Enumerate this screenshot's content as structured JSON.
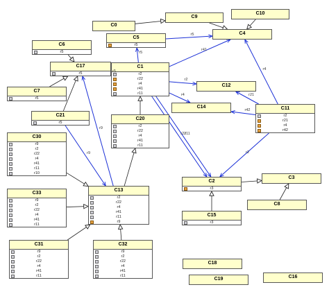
{
  "diagram": {
    "classes": [
      {
        "id": "C0",
        "name": "C0",
        "attrs": []
      },
      {
        "id": "C9",
        "name": "C9",
        "attrs": []
      },
      {
        "id": "C10",
        "name": "C10",
        "attrs": []
      },
      {
        "id": "C4",
        "name": "C4",
        "attrs": []
      },
      {
        "id": "C5",
        "name": "C5",
        "attrs": [
          {
            "icon": "orange",
            "name": "r5"
          }
        ]
      },
      {
        "id": "C6",
        "name": "C6",
        "attrs": [
          {
            "icon": "gray",
            "name": "r5"
          }
        ]
      },
      {
        "id": "C17",
        "name": "C17",
        "attrs": [
          {
            "icon": "gray",
            "name": "r5"
          }
        ]
      },
      {
        "id": "C1",
        "name": "C1",
        "attrs": [
          {
            "icon": "gray",
            "name": "r2"
          },
          {
            "icon": "orange",
            "name": "r22"
          },
          {
            "icon": "orange",
            "name": "r4"
          },
          {
            "icon": "orange",
            "name": "r41"
          },
          {
            "icon": "gray",
            "name": "r11"
          }
        ]
      },
      {
        "id": "C7",
        "name": "C7",
        "attrs": [
          {
            "icon": "gray",
            "name": "r5"
          }
        ]
      },
      {
        "id": "C12",
        "name": "C12",
        "attrs": []
      },
      {
        "id": "C14",
        "name": "C14",
        "attrs": []
      },
      {
        "id": "C11",
        "name": "C11",
        "attrs": [
          {
            "icon": "gray",
            "name": "r2"
          },
          {
            "icon": "orange",
            "name": "r21"
          },
          {
            "icon": "orange",
            "name": "r4"
          },
          {
            "icon": "orange",
            "name": "r42"
          }
        ]
      },
      {
        "id": "C21",
        "name": "C21",
        "attrs": [
          {
            "icon": "gray",
            "name": "r5"
          }
        ]
      },
      {
        "id": "C20",
        "name": "C20",
        "attrs": [
          {
            "icon": "gray",
            "name": "r2"
          },
          {
            "icon": "gray",
            "name": "r22"
          },
          {
            "icon": "gray",
            "name": "r4"
          },
          {
            "icon": "gray",
            "name": "r41"
          },
          {
            "icon": "gray",
            "name": "r11"
          }
        ]
      },
      {
        "id": "C30",
        "name": "C30",
        "attrs": [
          {
            "icon": "gray",
            "name": "r9"
          },
          {
            "icon": "gray",
            "name": "r2"
          },
          {
            "icon": "gray",
            "name": "r22"
          },
          {
            "icon": "gray",
            "name": "r4"
          },
          {
            "icon": "gray",
            "name": "r41"
          },
          {
            "icon": "gray",
            "name": "r11"
          },
          {
            "icon": "gray",
            "name": "r10"
          }
        ]
      },
      {
        "id": "C13",
        "name": "C13",
        "attrs": [
          {
            "icon": "gray",
            "name": "r2"
          },
          {
            "icon": "gray",
            "name": "r22"
          },
          {
            "icon": "gray",
            "name": "r4"
          },
          {
            "icon": "gray",
            "name": "r41"
          },
          {
            "icon": "gray",
            "name": "r11"
          },
          {
            "icon": "orange",
            "name": "r9"
          }
        ]
      },
      {
        "id": "C2",
        "name": "C2",
        "attrs": [
          {
            "icon": "orange",
            "name": "r3"
          }
        ]
      },
      {
        "id": "C3",
        "name": "C3",
        "attrs": []
      },
      {
        "id": "C8",
        "name": "C8",
        "attrs": []
      },
      {
        "id": "C33",
        "name": "C33",
        "attrs": [
          {
            "icon": "gray",
            "name": "r9"
          },
          {
            "icon": "gray",
            "name": "r2"
          },
          {
            "icon": "gray",
            "name": "r22"
          },
          {
            "icon": "gray",
            "name": "r4"
          },
          {
            "icon": "gray",
            "name": "r41"
          },
          {
            "icon": "gray",
            "name": "r11"
          }
        ]
      },
      {
        "id": "C15",
        "name": "C15",
        "attrs": [
          {
            "icon": "gray",
            "name": "r3"
          }
        ]
      },
      {
        "id": "C31",
        "name": "C31",
        "attrs": [
          {
            "icon": "gray",
            "name": "r9"
          },
          {
            "icon": "gray",
            "name": "r2"
          },
          {
            "icon": "gray",
            "name": "r22"
          },
          {
            "icon": "gray",
            "name": "r4"
          },
          {
            "icon": "gray",
            "name": "r41"
          },
          {
            "icon": "gray",
            "name": "r11"
          }
        ]
      },
      {
        "id": "C32",
        "name": "C32",
        "attrs": [
          {
            "icon": "gray",
            "name": "r9"
          },
          {
            "icon": "gray",
            "name": "r2"
          },
          {
            "icon": "gray",
            "name": "r22"
          },
          {
            "icon": "gray",
            "name": "r4"
          },
          {
            "icon": "gray",
            "name": "r41"
          },
          {
            "icon": "gray",
            "name": "r11"
          }
        ]
      },
      {
        "id": "C18",
        "name": "C18",
        "attrs": []
      },
      {
        "id": "C19",
        "name": "C19",
        "attrs": []
      },
      {
        "id": "C16",
        "name": "C16",
        "attrs": []
      }
    ],
    "relations": [
      {
        "from": "C0",
        "to": "C9",
        "kind": "generalization",
        "label": ""
      },
      {
        "from": "C9",
        "to": "C4",
        "kind": "generalization",
        "label": ""
      },
      {
        "from": "C10",
        "to": "C4",
        "kind": "generalization",
        "label": ""
      },
      {
        "from": "C5",
        "to": "C4",
        "kind": "association",
        "label": "r5"
      },
      {
        "from": "C1",
        "to": "C4",
        "kind": "association",
        "label": "r41"
      },
      {
        "from": "C11",
        "to": "C4",
        "kind": "association",
        "label": "r4"
      },
      {
        "from": "C6",
        "to": "C17",
        "kind": "generalization",
        "label": ""
      },
      {
        "from": "C1",
        "to": "C5",
        "kind": "association",
        "label": "r5"
      },
      {
        "from": "C1",
        "to": "C17",
        "kind": "association",
        "label": "r5"
      },
      {
        "from": "C7",
        "to": "C17",
        "kind": "generalization",
        "label": ""
      },
      {
        "from": "C21",
        "to": "C17",
        "kind": "generalization",
        "label": ""
      },
      {
        "from": "C13",
        "to": "C17",
        "kind": "association",
        "label": "r9"
      },
      {
        "from": "C1",
        "to": "C12",
        "kind": "association",
        "label": "r2"
      },
      {
        "from": "C1",
        "to": "C14",
        "kind": "association",
        "label": "r4"
      },
      {
        "from": "C11",
        "to": "C12",
        "kind": "association",
        "label": "r21"
      },
      {
        "from": "C11",
        "to": "C14",
        "kind": "association",
        "label": "r42"
      },
      {
        "from": "C1",
        "to": "C2",
        "kind": "association",
        "label": "r22"
      },
      {
        "from": "C1",
        "to": "C2",
        "kind": "association",
        "label": "r11"
      },
      {
        "from": "C11",
        "to": "C2",
        "kind": "association",
        "label": "r2"
      },
      {
        "from": "C20",
        "to": "C1",
        "kind": "generalization",
        "label": ""
      },
      {
        "from": "C13",
        "to": "C20",
        "kind": "generalization",
        "label": ""
      },
      {
        "from": "C30",
        "to": "C13",
        "kind": "generalization",
        "label": ""
      },
      {
        "from": "C33",
        "to": "C13",
        "kind": "generalization",
        "label": ""
      },
      {
        "from": "C31",
        "to": "C13",
        "kind": "generalization",
        "label": ""
      },
      {
        "from": "C32",
        "to": "C13",
        "kind": "generalization",
        "label": ""
      },
      {
        "from": "C21",
        "to": "C13",
        "kind": "association",
        "label": "r9"
      },
      {
        "from": "C2",
        "to": "C3",
        "kind": "generalization",
        "label": ""
      },
      {
        "from": "C8",
        "to": "C3",
        "kind": "generalization",
        "label": ""
      },
      {
        "from": "C15",
        "to": "C2",
        "kind": "generalization",
        "label": ""
      }
    ],
    "colors": {
      "header": "#ffffcc",
      "border": "#555555",
      "association": "#1a2fd6",
      "generalization": "#222222"
    }
  }
}
